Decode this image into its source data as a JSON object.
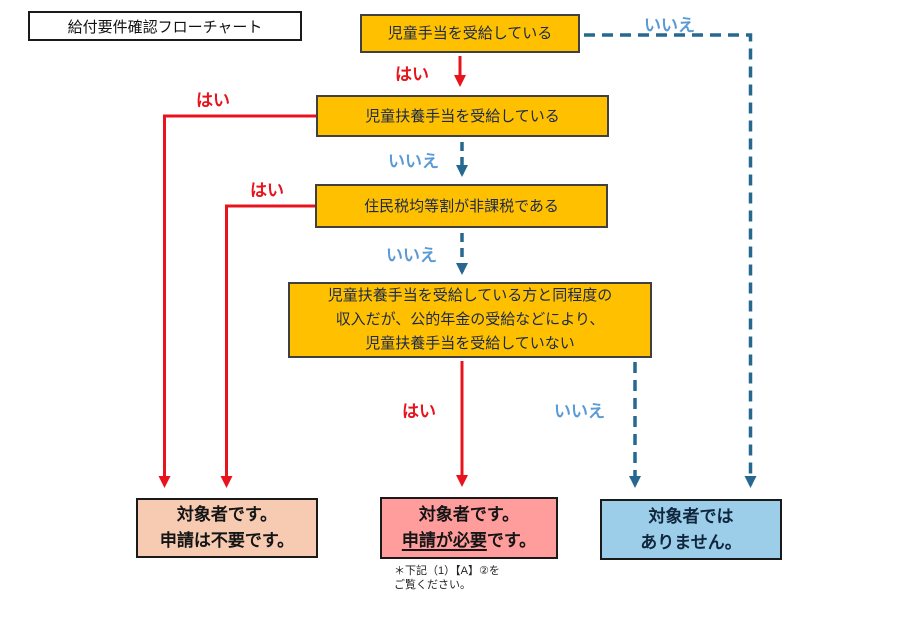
{
  "title": "給付要件確認フローチャート",
  "labels": {
    "yes": "はい",
    "no": "いいえ"
  },
  "nodes": {
    "q1": {
      "text": "児童手当を受給している"
    },
    "q2": {
      "text": "児童扶養手当を受給している"
    },
    "q3": {
      "text": "住民税均等割が非課税である"
    },
    "q4": {
      "lines": [
        "児童扶養手当を受給している方と同程度の",
        "収入だが、公的年金の受給などにより、",
        "児童扶養手当を受給していない"
      ]
    }
  },
  "results": {
    "eligible_no_application": {
      "lines": [
        "対象者です。",
        "申請は不要です。"
      ]
    },
    "eligible_application_required": {
      "line1": "対象者です。",
      "line2_underlined": "申請が必要",
      "line2_rest": "です。"
    },
    "not_eligible": {
      "lines": [
        "対象者では",
        "ありません。"
      ]
    }
  },
  "footnote": {
    "lines": [
      "＊下記（1）【A】②を",
      "ご覧ください。"
    ]
  },
  "colors": {
    "question_fill": "#FFC000",
    "question_border": "#404040",
    "yes_red": "#E8131C",
    "no_line_blue": "#26688F",
    "no_label_blue": "#5B9BD5",
    "result_no_application_fill": "#F7CBB1",
    "result_application_required_fill": "#FF9C9C",
    "result_not_eligible_fill": "#9CCEEA"
  }
}
